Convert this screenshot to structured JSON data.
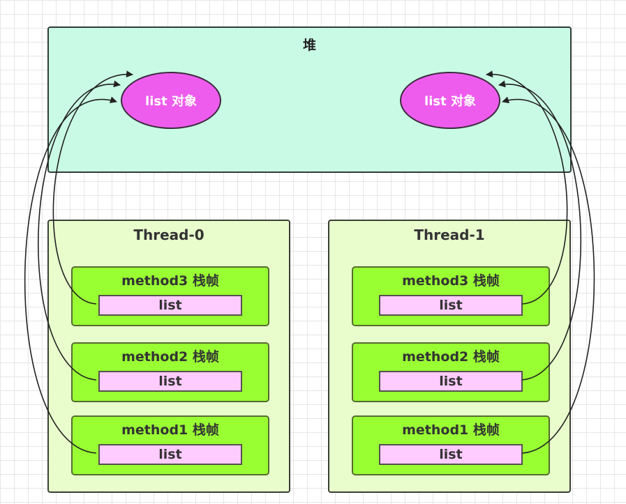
{
  "heap": {
    "title": "堆",
    "objects": [
      {
        "label": "list 对象"
      },
      {
        "label": "list 对象"
      }
    ]
  },
  "threads": [
    {
      "title": "Thread-0",
      "frames": [
        {
          "title": "method3 栈帧",
          "var": "list"
        },
        {
          "title": "method2 栈帧",
          "var": "list"
        },
        {
          "title": "method1 栈帧",
          "var": "list"
        }
      ]
    },
    {
      "title": "Thread-1",
      "frames": [
        {
          "title": "method3 栈帧",
          "var": "list"
        },
        {
          "title": "method2 栈帧",
          "var": "list"
        },
        {
          "title": "method1 栈帧",
          "var": "list"
        }
      ]
    }
  ],
  "colors": {
    "heap_bg": "#c9fae6",
    "object_fill": "#ee5cee",
    "thread_bg": "#e8fccc",
    "frame_bg": "#99ff33",
    "var_bg": "#ffccff"
  }
}
